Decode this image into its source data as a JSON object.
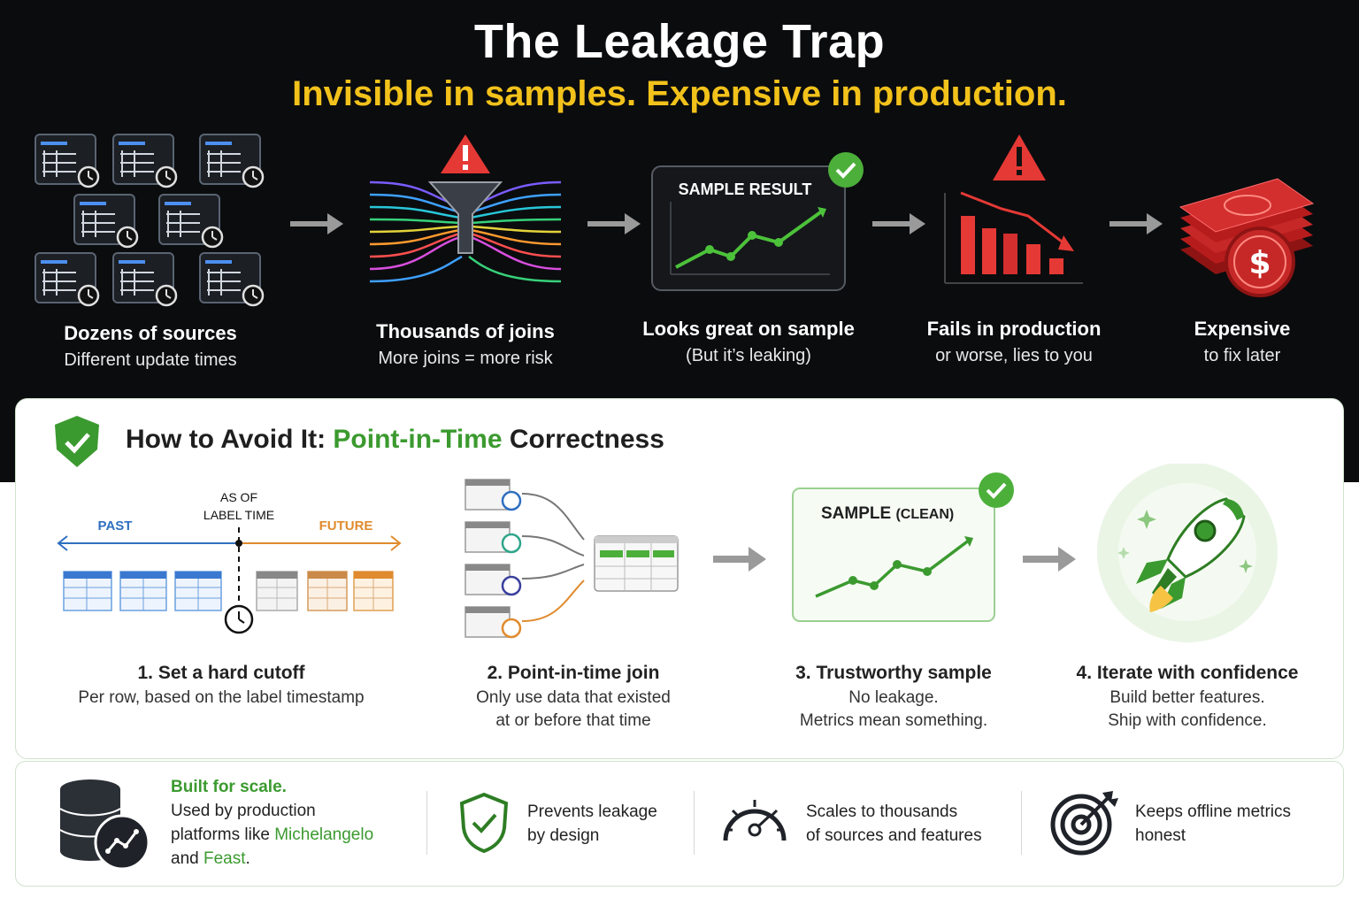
{
  "header": {
    "title": "The Leakage Trap",
    "subtitle": "Invisible in samples. Expensive in production."
  },
  "trap_steps": [
    {
      "heading": "Dozens of sources",
      "sub": "Different update times"
    },
    {
      "heading": "Thousands of joins",
      "sub": "More joins = more risk"
    },
    {
      "heading": "Looks great on sample",
      "sub": "(But it’s leaking)"
    },
    {
      "heading": "Fails in production",
      "sub": "or worse, lies to you"
    },
    {
      "heading": "Expensive",
      "sub": "to fix later"
    }
  ],
  "sample_result_label": "SAMPLE RESULT",
  "solution": {
    "title_prefix": "How to Avoid It: ",
    "title_highlight": "Point-in-Time",
    "title_suffix": " Correctness",
    "timeline": {
      "past": "PAST",
      "as_of_1": "AS OF",
      "as_of_2": "LABEL TIME",
      "future": "FUTURE"
    },
    "sample_clean_label": "SAMPLE",
    "sample_clean_tag": "(CLEAN)",
    "steps": [
      {
        "heading": "1. Set a hard cutoff",
        "sub1": "Per row, based on the label timestamp",
        "sub2": ""
      },
      {
        "heading": "2. Point-in-time join",
        "sub1": "Only use data that existed",
        "sub2": "at or before that time"
      },
      {
        "heading": "3. Trustworthy sample",
        "sub1": "No leakage.",
        "sub2": "Metrics mean something."
      },
      {
        "heading": "4. Iterate with confidence",
        "sub1": "Build better features.",
        "sub2": "Ship with confidence."
      }
    ]
  },
  "features": {
    "scale_title": "Built for scale.",
    "scale_line1": "Used by production",
    "scale_line2_prefix": "platforms like ",
    "scale_michelangelo": "Michelangelo",
    "scale_line3_prefix": "and ",
    "scale_feast": "Feast",
    "scale_line3_suffix": ".",
    "items": [
      {
        "line1": "Prevents leakage",
        "line2": "by design"
      },
      {
        "line1": "Scales to thousands",
        "line2": "of sources and features"
      },
      {
        "line1": "Keeps offline metrics",
        "line2": "honest"
      }
    ]
  },
  "colors": {
    "dark_bg": "#0b0c0e",
    "accent_yellow": "#f2c21b",
    "accent_green": "#3b9a2f",
    "alert_red": "#e53935"
  },
  "icons": [
    "clock-icon",
    "warning-icon",
    "funnel-icon",
    "check-icon",
    "money-stack-icon",
    "rocket-icon",
    "database-icon",
    "shield-check-icon",
    "gauge-icon",
    "target-icon"
  ]
}
